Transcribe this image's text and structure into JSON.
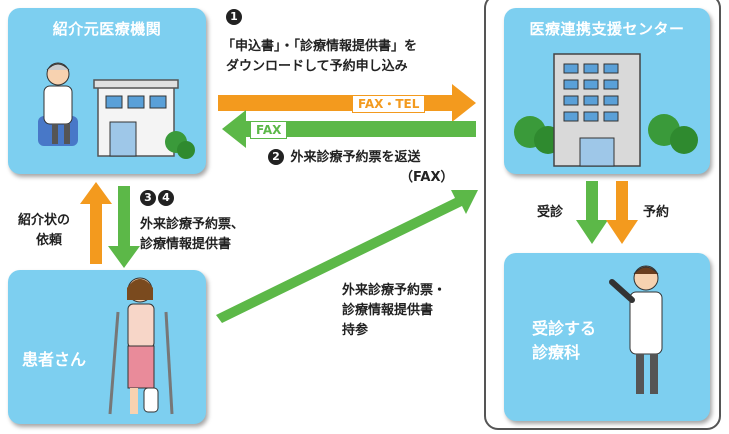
{
  "referral": {
    "title": "紹介元医療機関"
  },
  "support_center": {
    "title": "医療連携支援センター"
  },
  "department": {
    "line1": "受診する",
    "line2": "診療科"
  },
  "patient": {
    "title": "患者さん"
  },
  "step1": {
    "num": "1",
    "line1": "「申込書」・「診療情報提供書」を",
    "line2": "ダウンロードして予約申し込み"
  },
  "arrow_fax_tel": {
    "label": "FAX・TEL"
  },
  "arrow_fax": {
    "label": "FAX"
  },
  "step2": {
    "num": "2",
    "line1": "外来診療予約票を返送",
    "line2": "（FAX）"
  },
  "step34": {
    "num_a": "3",
    "num_b": "4",
    "line1": "外来診療予約票、",
    "line2": "診療情報提供書"
  },
  "request": {
    "line1": "紹介状の",
    "line2": "依頼"
  },
  "carry": {
    "line1": "外来診療予約票・",
    "line2": "診療情報提供書",
    "line3": "持参"
  },
  "visit": {
    "label": "受診"
  },
  "reserve": {
    "label": "予約"
  },
  "colors": {
    "box": "#7dcff0",
    "orange": "#f39a1e",
    "green": "#5cb848"
  }
}
